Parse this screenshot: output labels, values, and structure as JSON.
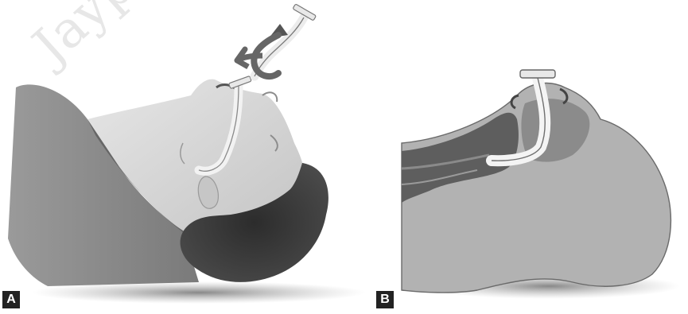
{
  "panels": {
    "a": {
      "label": "A"
    },
    "b": {
      "label": "B"
    }
  },
  "watermark": "Jaype",
  "colors": {
    "skin": "#d9d9d9",
    "skin_shadow": "#b8b8b8",
    "shirt": "#8a8a8a",
    "collar": "#6f6f6f",
    "hair": "#3a3a3a",
    "arrow": "#6a6a6a",
    "airway_light": "#efefef",
    "tissue_dark": "#5e5e5e",
    "tissue_mid": "#8d8d8d",
    "head_section": "#b0b0b0"
  }
}
